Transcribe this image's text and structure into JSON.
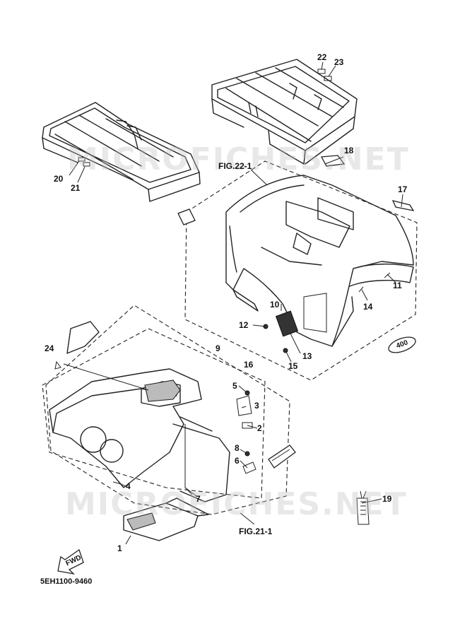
{
  "diagram": {
    "callouts": {
      "c1": "1",
      "c2": "2",
      "c3": "3",
      "c4": "4",
      "c5": "5",
      "c6": "6",
      "c7": "7",
      "c8": "8",
      "c9": "9",
      "c10": "10",
      "c11": "11",
      "c12": "12",
      "c13": "13",
      "c14": "14",
      "c15": "15",
      "c16": "16",
      "c17": "17",
      "c18": "18",
      "c19": "19",
      "c20": "20",
      "c21": "21",
      "c22": "22",
      "c23": "23",
      "c24": "24"
    },
    "fig_refs": {
      "rear": "FIG.22-1",
      "front": "FIG.21-1"
    },
    "fwd_label": "FWD",
    "emblem_text": "400",
    "part_code": "5EH1100-9460",
    "watermark": "MICROFICHES.NET"
  },
  "colors": {
    "line": "#222222",
    "watermark": "#bebebe",
    "background": "#ffffff"
  }
}
